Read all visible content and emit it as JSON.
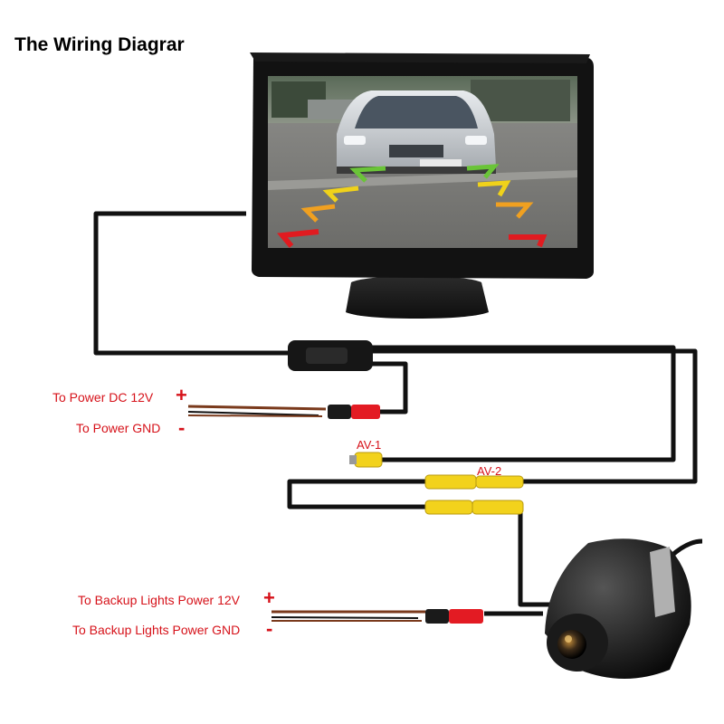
{
  "title": "The Wiring Diagrar",
  "labels": {
    "power_dc": "To Power DC 12V",
    "power_gnd": "To Power GND",
    "backup_power": "To Backup Lights Power 12V",
    "backup_gnd": "To Backup Lights Power GND",
    "av1": "AV-1",
    "av2": "AV-2",
    "plus": "+",
    "minus": "-"
  },
  "colors": {
    "wire": "#111111",
    "label_red": "#d6121a",
    "rca_yellow": "#f2d21c",
    "dc_red": "#e31b23",
    "lead_brown": "#7a3a1c"
  }
}
